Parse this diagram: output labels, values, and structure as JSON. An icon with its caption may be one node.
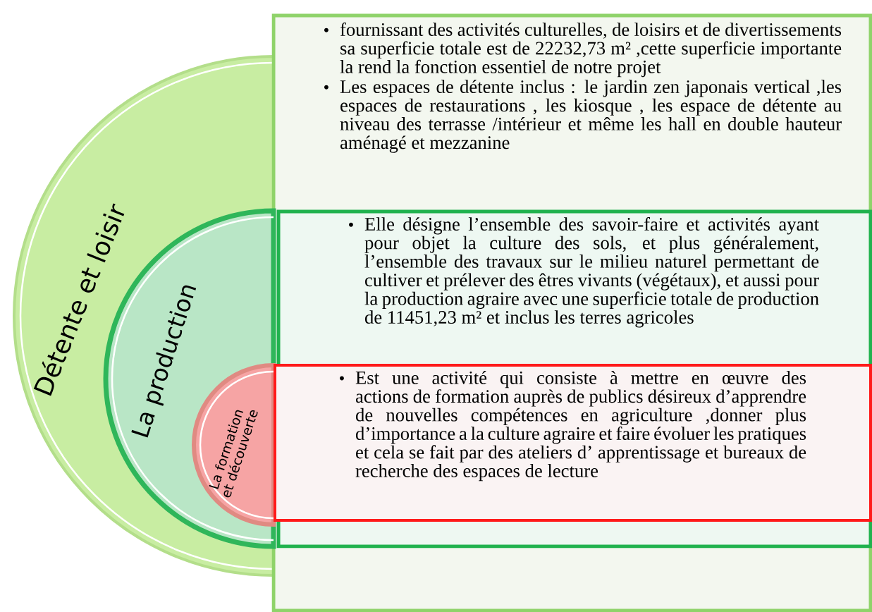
{
  "diagram": {
    "nodes": [
      {
        "text": [
          "Détente et loisir"
        ]
      },
      {
        "text": [
          "fournissant des activités culturelles, de loisirs et de divertissements sa superficie totale est de 22232,73 m² ,cette superficie importante la rend la fonction essentiel de notre projet",
          "Les espaces de détente inclus : le jardin zen japonais vertical ,les espaces de restaurations , les kiosque , les espace de détente au niveau des terrasse /intérieur et même les hall en double hauteur aménagé et mezzanine"
        ]
      },
      {
        "text": [
          "La production"
        ],
        "in": 0
      },
      {
        "text": [
          "Elle désigne l’ensemble des savoir-faire et activités ayant pour objet la culture des sols, et plus généralement, l’ensemble des travaux sur le milieu naturel permettant de cultiver et prélever des êtres vivants (végétaux), et aussi pour la production agraire avec une superficie totale de production de 11451,23 m² et inclus les terres agricoles"
        ],
        "in": 1
      },
      {
        "text": [
          "La formation et découverte"
        ],
        "in": 2
      },
      {
        "text": [
          "Est une activité qui consiste à mettre en œuvre des actions de formation auprès de publics désireux d’apprendre de nouvelles compétences en agriculture ,donner plus d’importance a la culture agraire et faire évoluer les pratiques et cela se fait par des ateliers d’ apprentissage et bureaux de recherche des espaces de lecture"
        ],
        "in": 3
      }
    ]
  }
}
